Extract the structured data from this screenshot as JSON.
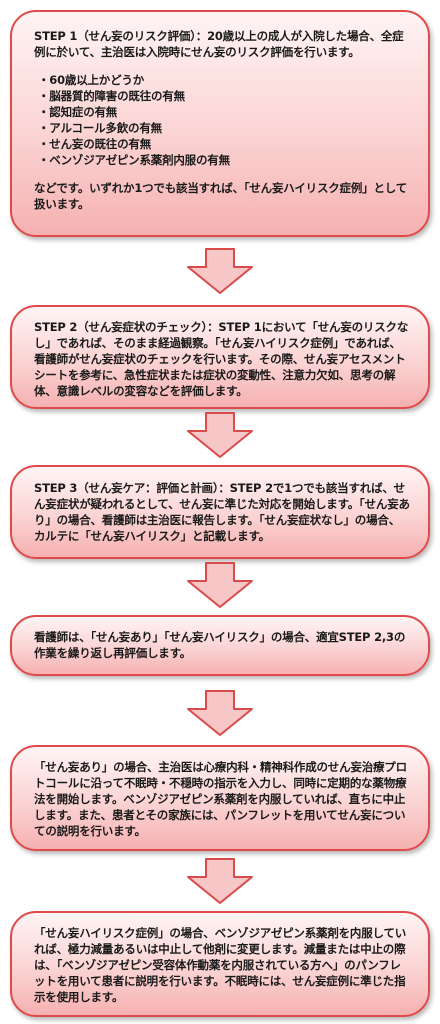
{
  "steps": [
    {
      "text": "STEP 1（せん妄のリスク評価）：20歳以上の成人が入院した場合、全症例に於いて、主治医は入院時にせん妄のリスク評価を行います。",
      "items": [
        "・60歳以上かどうか",
        "・脳器質的障害の既往の有無",
        "・認知症の有無",
        "・アルコール多飲の有無",
        "・せん妄の既往の有無",
        "・ベンゾジアゼピン系薬剤内服の有無"
      ],
      "footer": "などです。いずれか1つでも該当すれば、「せん妄ハイリスク症例」として扱います。"
    },
    {
      "text": "STEP 2（せん妄症状のチェック）：STEP 1において「せん妄のリスクなし」であれば、そのまま経過観察。「せん妄ハイリスク症例」であれば、看護師がせん妄症状のチェックを行います。その際、せん妄アセスメントシートを参考に、急性症状または症状の変動性、注意力欠如、思考の解体、意識レベルの変容などを評価します。"
    },
    {
      "text": "STEP 3（せん妄ケア：評価と計画）：STEP 2で1つでも該当すれば、せん妄症状が疑われるとして、せん妄に準じた対応を開始します。「せん妄あり」の場合、看護師は主治医に報告します。「せん妄症状なし」の場合、カルテに「せん妄ハイリスク」と記載します。"
    },
    {
      "text": "看護師は、「せん妄あり」「せん妄ハイリスク」の場合、適宜STEP 2,3の作業を繰り返し再評価します。"
    },
    {
      "text": "「せん妄あり」の場合、主治医は心療内科・精神科作成のせん妄治療プロトコールに沿って不眠時・不穏時の指示を入力し、同時に定期的な薬物療法を開始します。ベンゾジアゼピン系薬剤を内服していれば、直ちに中止します。また、患者とその家族には、パンフレットを用いてせん妄についての説明を行います。"
    },
    {
      "text": "「せん妄ハイリスク症例」の場合、ベンゾジアゼピン系薬剤を内服していれば、極力減量あるいは中止して他剤に変更します。減量または中止の際は、「ベンゾジアゼピン受容体作動薬を内服されている方へ」のパンフレットを用いて患者に説明を行います。不眠時には、せん妄症例に準じた指示を使用します。"
    }
  ],
  "colors": {
    "box_border": "#e04a4a",
    "box_fill_top": "#fff4f4",
    "box_fill_bottom": "#f6b1b1",
    "arrow_fill": "#f7c6c6",
    "arrow_border": "#d94a4a"
  }
}
